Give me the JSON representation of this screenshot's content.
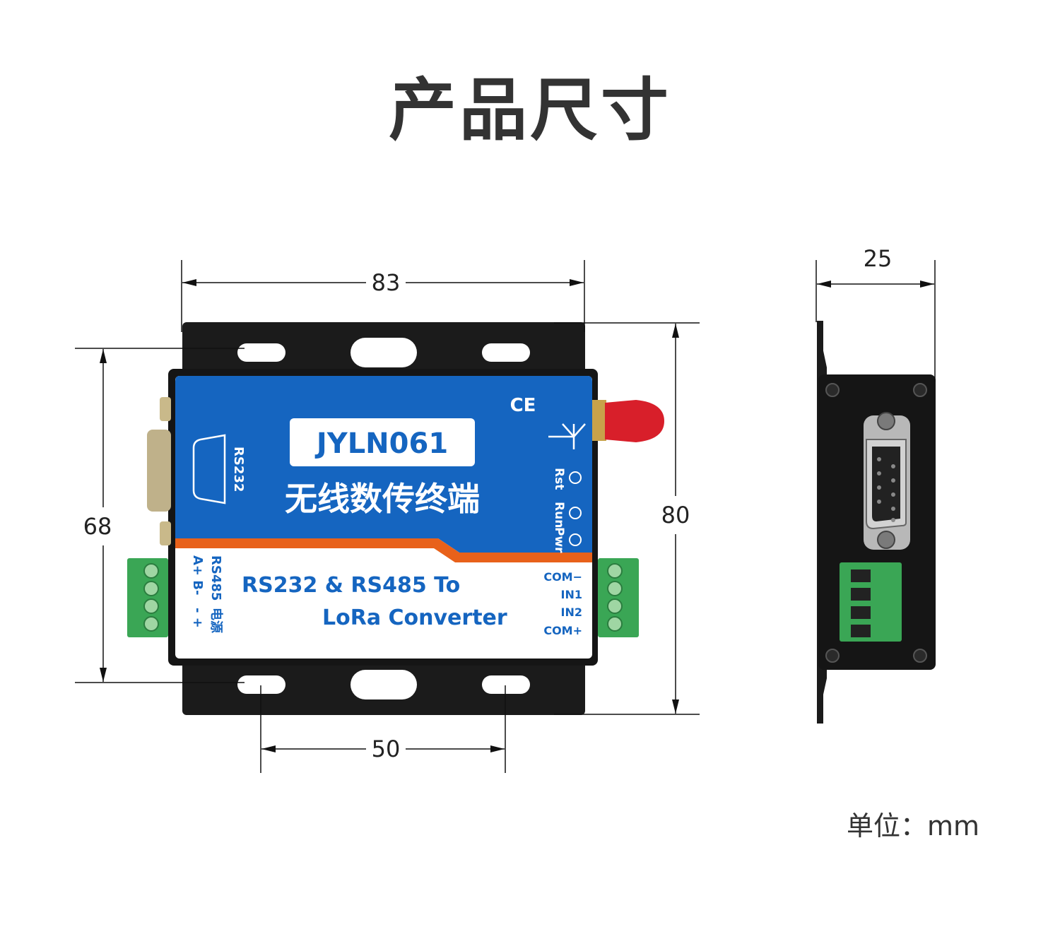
{
  "title": "产品尺寸",
  "unit_label": "单位：mm",
  "dimensions": {
    "width": "83",
    "height": "80",
    "inner_height": "68",
    "hole_spacing": "50",
    "depth": "25"
  },
  "device": {
    "model": "JYLN061",
    "name_cn": "无线数传终端",
    "subtitle_line1": "RS232 & RS485 To",
    "subtitle_line2": "LoRa Converter",
    "ce_mark": "CE",
    "rs232_label": "RS232",
    "rs485_label": "RS485",
    "rs485_pins": "A+ B-",
    "power_label": "电源",
    "power_pins": "- +",
    "led_rst": "Rst",
    "led_run": "Run",
    "led_pwr": "Pwr",
    "io_labels": [
      "COM−",
      "IN1",
      "IN2",
      "COM+"
    ]
  },
  "colors": {
    "panel_blue": "#1565c0",
    "accent_orange": "#e8611a",
    "terminal_green": "#3aa655",
    "antenna_red": "#d81f2a",
    "case_black": "#1b1b1b"
  }
}
